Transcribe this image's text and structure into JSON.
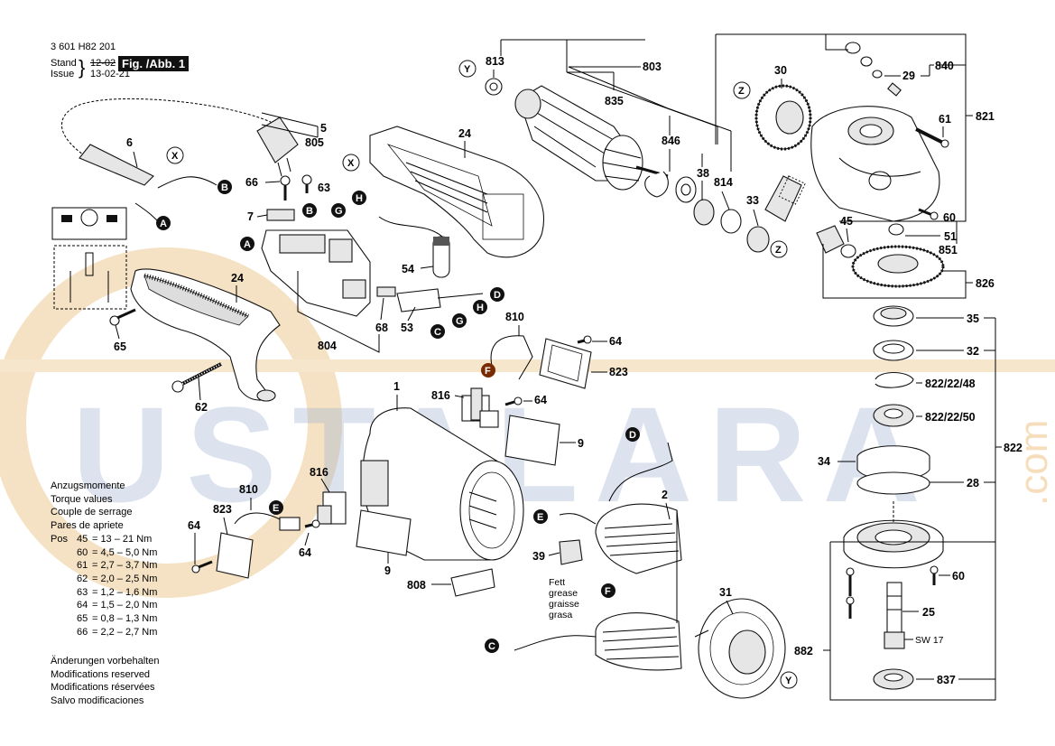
{
  "header": {
    "part_number": "3 601 H82 201",
    "stand_label": "Stand",
    "issue_label": "Issue",
    "old_date": "12-02",
    "new_date": "13-02-21",
    "figure_label": "Fig. /Abb. 1"
  },
  "watermark": {
    "text": "USTALARA",
    "suffix": ".com",
    "color": "#9bb0d0"
  },
  "torque": {
    "title_lines": [
      "Anzugsmomente",
      "Torque values",
      "Couple de serrage",
      "Pares de apriete"
    ],
    "pos_label": "Pos",
    "rows": [
      {
        "pos": "45",
        "sep": "=",
        "range": "13 – 21 Nm"
      },
      {
        "pos": "60",
        "sep": "=",
        "range": "4,5 – 5,0 Nm"
      },
      {
        "pos": "61",
        "sep": "=",
        "range": "2,7 – 3,7 Nm"
      },
      {
        "pos": "62",
        "sep": "=",
        "range": "2,0 – 2,5 Nm"
      },
      {
        "pos": "63",
        "sep": "=",
        "range": "1,2 – 1,6 Nm"
      },
      {
        "pos": "64",
        "sep": "=",
        "range": "1,5 – 2,0 Nm"
      },
      {
        "pos": "65",
        "sep": "=",
        "range": "0,8 – 1,3 Nm"
      },
      {
        "pos": "66",
        "sep": "=",
        "range": "2,2 – 2,7 Nm"
      }
    ]
  },
  "modifications": [
    "Änderungen vorbehalten",
    "Modifications reserved",
    "Modifications réservées",
    "Salvo modificaciones"
  ],
  "grease_note": [
    "Fett",
    "grease",
    "graisse",
    "grasa"
  ],
  "wrench_size": "SW 17",
  "parts": {
    "p5": "5",
    "p805": "805",
    "p6": "6",
    "p66": "66",
    "p63": "63",
    "p7": "7",
    "p24a": "24",
    "p24b": "24",
    "p54": "54",
    "p53": "53",
    "p68": "68",
    "p804": "804",
    "p65": "65",
    "p62": "62",
    "p810a": "810",
    "p823a": "823",
    "p64a": "64",
    "p64b": "64",
    "p816a": "816",
    "p1": "1",
    "p9a": "9",
    "p816b": "816",
    "p810b": "810",
    "p823b": "823",
    "p64c": "64",
    "p64d": "64",
    "p9b": "9",
    "p808": "808",
    "p2": "2",
    "p39": "39",
    "p31": "31",
    "p813": "813",
    "p803": "803",
    "p835": "835",
    "p846": "846",
    "p38": "38",
    "p814": "814",
    "p33": "33",
    "p30": "30",
    "p840": "840",
    "p29": "29",
    "p61": "61",
    "p821": "821",
    "p45": "45",
    "p60a": "60",
    "p51": "51",
    "p851": "851",
    "p826": "826",
    "p35": "35",
    "p32": "32",
    "p822_48": "822/22/48",
    "p822_50": "822/22/50",
    "p822": "822",
    "p34": "34",
    "p28": "28",
    "p60b": "60",
    "p25": "25",
    "p882": "882",
    "p837": "837"
  },
  "connectors": {
    "A": "A",
    "B": "B",
    "C": "C",
    "D": "D",
    "E": "E",
    "F": "F",
    "G": "G",
    "H": "H",
    "X": "X",
    "Y": "Y",
    "Z": "Z"
  }
}
